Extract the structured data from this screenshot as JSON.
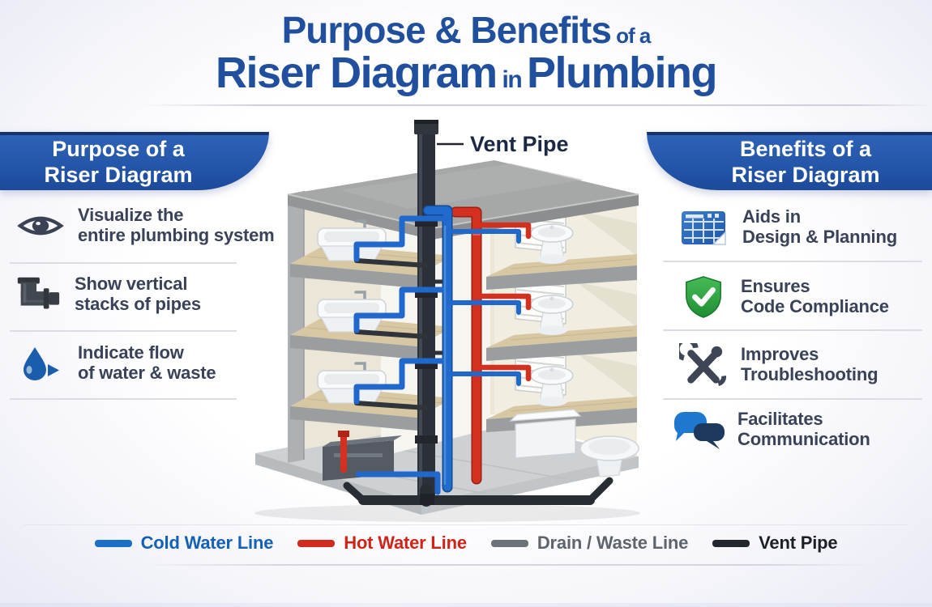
{
  "title": {
    "line1_main": "Purpose & Benefits",
    "line1_suffix": " of a",
    "line2_main": "Riser Diagram",
    "line2_mid": " in ",
    "line2_end": "Plumbing"
  },
  "left_panel": {
    "heading_line1": "Purpose of a",
    "heading_line2": "Riser Diagram",
    "items": [
      {
        "icon": "eye-icon",
        "line1": "Visualize the",
        "line2": "entire plumbing system"
      },
      {
        "icon": "pipe-elbow-icon",
        "line1": "Show vertical",
        "line2": "stacks of pipes"
      },
      {
        "icon": "water-drop-icon",
        "line1": "Indicate flow",
        "line2": "of water & waste"
      }
    ]
  },
  "right_panel": {
    "heading_line1": "Benefits of a",
    "heading_line2": "Riser Diagram",
    "items": [
      {
        "icon": "blueprint-icon",
        "line1": "Aids in",
        "line2": "Design & Planning"
      },
      {
        "icon": "shield-check-icon",
        "line1": "Ensures",
        "line2": "Code Compliance"
      },
      {
        "icon": "tools-icon",
        "line1": "Improves",
        "line2": "Troubleshooting"
      },
      {
        "icon": "speech-bubbles-icon",
        "line1": "Facilitates",
        "line2": "Communication"
      }
    ]
  },
  "diagram": {
    "vent_pipe_label": "Vent Pipe"
  },
  "legend": {
    "items": [
      {
        "label": "Cold Water Line",
        "color": "#1a6fc6",
        "text_color": "#1261b5"
      },
      {
        "label": "Hot Water Line",
        "color": "#d02b1e",
        "text_color": "#ce2317"
      },
      {
        "label": "Drain / Waste Line",
        "color": "#6b7278",
        "text_color": "#5d646c"
      },
      {
        "label": "Vent Pipe",
        "color": "#23272d",
        "text_color": "#1b2026"
      }
    ]
  },
  "colors": {
    "banner_blue": "#2456a9",
    "title_blue": "#20509d"
  }
}
